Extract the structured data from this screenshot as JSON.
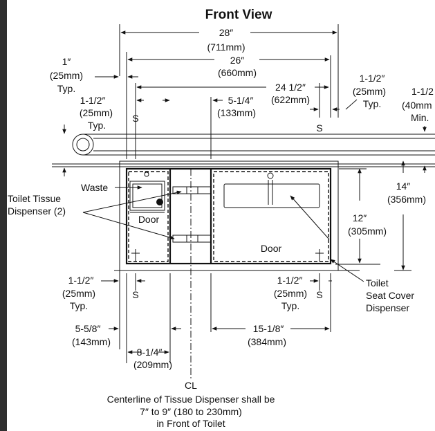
{
  "title": "Front View",
  "dimensions": {
    "overall_width": {
      "in": "28″",
      "mm": "(711mm)"
    },
    "inner_width": {
      "in": "26″",
      "mm": "(660mm)"
    },
    "top_width": {
      "in": "24 1/2″",
      "mm": "(622mm)"
    },
    "bar_offset": {
      "in": "5-1/4″",
      "mm": "(133mm)"
    },
    "left_edge": {
      "in": "1″",
      "mm": "(25mm)",
      "typ": "Typ."
    },
    "left_s": {
      "in": "1-1/2″",
      "mm": "(25mm)",
      "typ": "Typ."
    },
    "right_s": {
      "in": "1-1/2″",
      "mm": "(25mm)",
      "typ": "Typ."
    },
    "right_min": {
      "in": "1-1/2",
      "mm": "(40mm",
      "min": "Min."
    },
    "height_14": {
      "in": "14″",
      "mm": "(356mm)"
    },
    "height_12": {
      "in": "12″",
      "mm": "(305mm)"
    },
    "bottom_left_s": {
      "in": "1-1/2″",
      "mm": "(25mm)",
      "typ": "Typ."
    },
    "bottom_right_s": {
      "in": "1-1/2″",
      "mm": "(25mm)",
      "typ": "Typ."
    },
    "d_5_5_8": {
      "in": "5-5/8″",
      "mm": "(143mm)"
    },
    "d_15_1_8": {
      "in": "15-1/8″",
      "mm": "(384mm)"
    },
    "d_8_1_4": {
      "in": "8-1/4″",
      "mm": "(209mm)"
    }
  },
  "labels": {
    "waste": "Waste",
    "toilet_tissue": "Toilet Tissue",
    "dispenser_count": "Dispenser (2)",
    "door_left": "Door",
    "door_right": "Door",
    "seat_cover_1": "Toilet",
    "seat_cover_2": "Seat Cover",
    "seat_cover_3": "Dispenser",
    "s_marker": "S",
    "centerline_symbol": "CL",
    "note_1": "Centerline of Tissue Dispenser shall be",
    "note_2": "7″ to 9″ (180 to 230mm)",
    "note_3": "in Front of Toilet"
  },
  "colors": {
    "line": "#111111",
    "left_bar": "#2f2f2f"
  }
}
